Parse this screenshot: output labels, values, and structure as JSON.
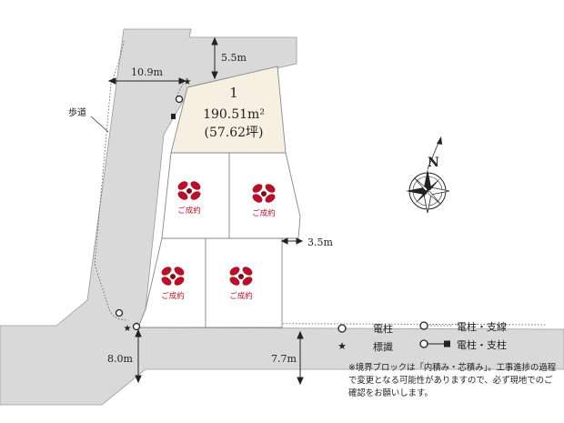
{
  "lot": {
    "number": "1",
    "area_sqm": "190.51m²",
    "area_tsubo": "(57.62坪)"
  },
  "sold_label": "ご成約",
  "dimensions": {
    "top_road": "5.5m",
    "left_road": "10.9m",
    "right_road": "3.5m",
    "bottom_left": "8.0m",
    "bottom_right": "7.7m"
  },
  "sidewalk_label": "歩道",
  "north_label": "N",
  "legend": {
    "pole": "電柱",
    "sign": "標識",
    "pole_guy_wire": "電柱・支線",
    "pole_support": "電柱・支柱"
  },
  "note": "※境界ブロックは「内積み・芯積み」。工事進捗の過程で変更となる可能性がありますので、必ず現地でのご確認をお願いします。",
  "colors": {
    "road": "#d9d9d9",
    "lot_available": "#f7f0e2",
    "lot_sold": "#ffffff",
    "ribbon": "#b3122a"
  }
}
